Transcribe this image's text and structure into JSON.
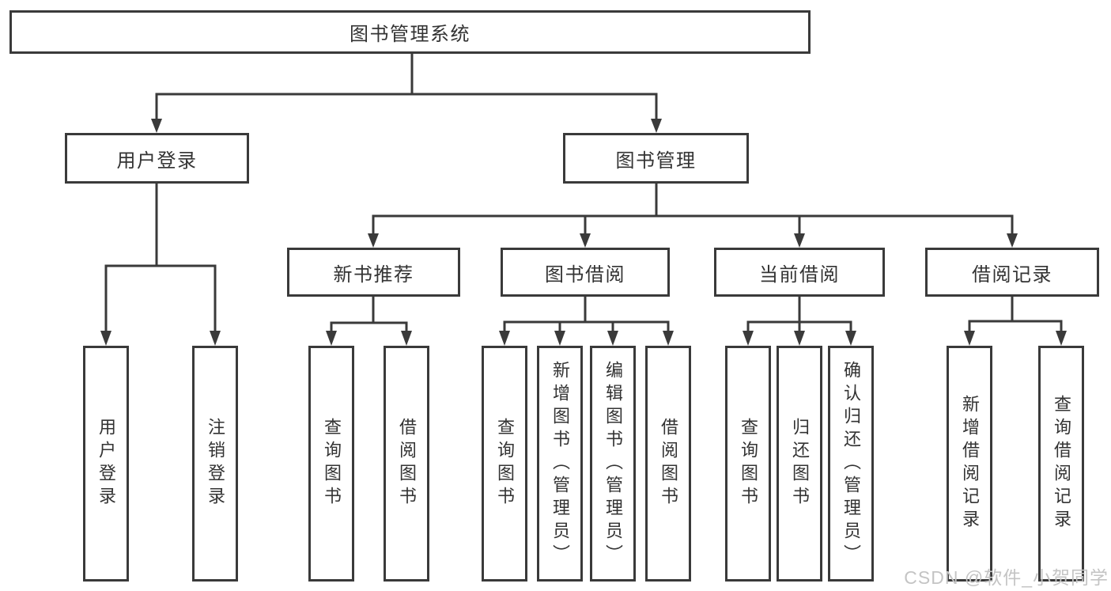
{
  "tree": {
    "root": {
      "label": "图书管理系统"
    },
    "branches": [
      {
        "label": "用户登录",
        "children": [
          {
            "label": "用户登录"
          },
          {
            "label": "注销登录"
          }
        ]
      },
      {
        "label": "图书管理",
        "children": [
          {
            "label": "新书推荐",
            "children": [
              {
                "label": "查询图书"
              },
              {
                "label": "借阅图书"
              }
            ]
          },
          {
            "label": "图书借阅",
            "children": [
              {
                "label": "查询图书"
              },
              {
                "label": "新增图书（管理员）"
              },
              {
                "label": "编辑图书（管理员）"
              },
              {
                "label": "借阅图书"
              }
            ]
          },
          {
            "label": "当前借阅",
            "children": [
              {
                "label": "查询图书"
              },
              {
                "label": "归还图书"
              },
              {
                "label": "确认归还（管理员）"
              }
            ]
          },
          {
            "label": "借阅记录",
            "children": [
              {
                "label": "新增借阅记录"
              },
              {
                "label": "查询借阅记录"
              }
            ]
          }
        ]
      }
    ]
  },
  "watermark": {
    "text": "CSDN @软件_小贺同学"
  },
  "colors": {
    "line": "#3a3a3a",
    "text": "#333333",
    "bg": "#ffffff",
    "watermark": "#c4c4c4"
  }
}
